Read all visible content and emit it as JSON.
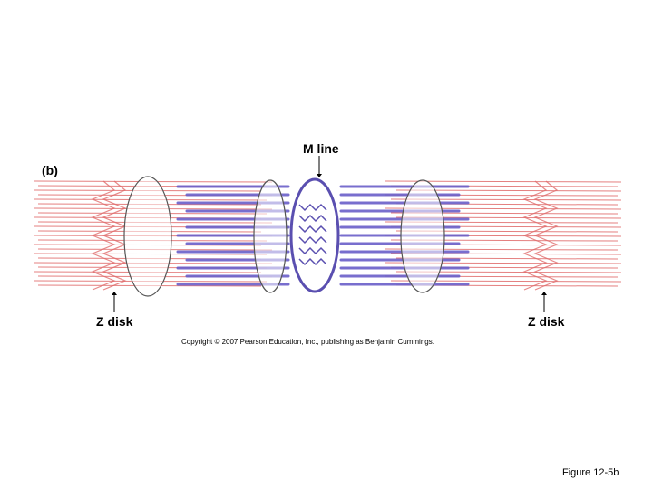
{
  "panel_label": "(b)",
  "labels": {
    "m_line": "M line",
    "z_disk_left": "Z disk",
    "z_disk_right": "Z disk"
  },
  "copyright": "Copyright © 2007 Pearson Education, Inc., publishing as Benjamin Cummings.",
  "caption": "Figure 12-5b",
  "colors": {
    "thin_filament": "#e06a6a",
    "thick_filament": "#6a5fc9",
    "m_line": "#5a4fb0",
    "disk_outline": "#555555"
  }
}
